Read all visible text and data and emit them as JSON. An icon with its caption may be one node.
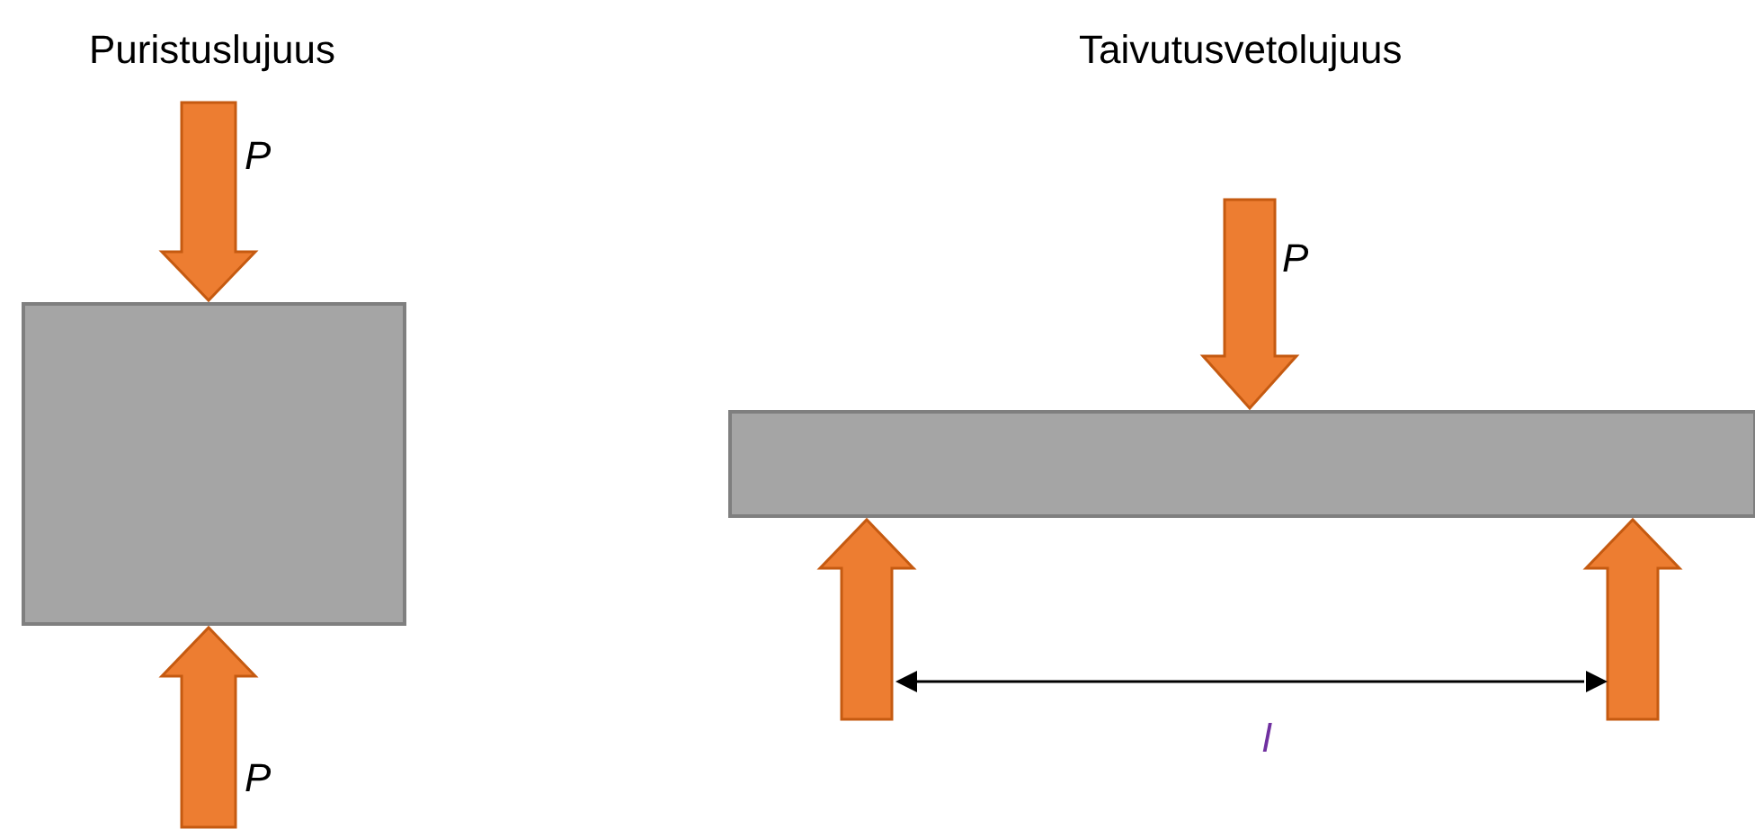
{
  "diagram": {
    "nodes": [
      {
        "text": [],
        "shape": "box"
      },
      {
        "text": [],
        "shape": "box"
      }
    ],
    "labels": [
      "Puristuslujuus",
      "P",
      "P",
      "Taivutusvetolujuus",
      "P",
      "l"
    ]
  }
}
